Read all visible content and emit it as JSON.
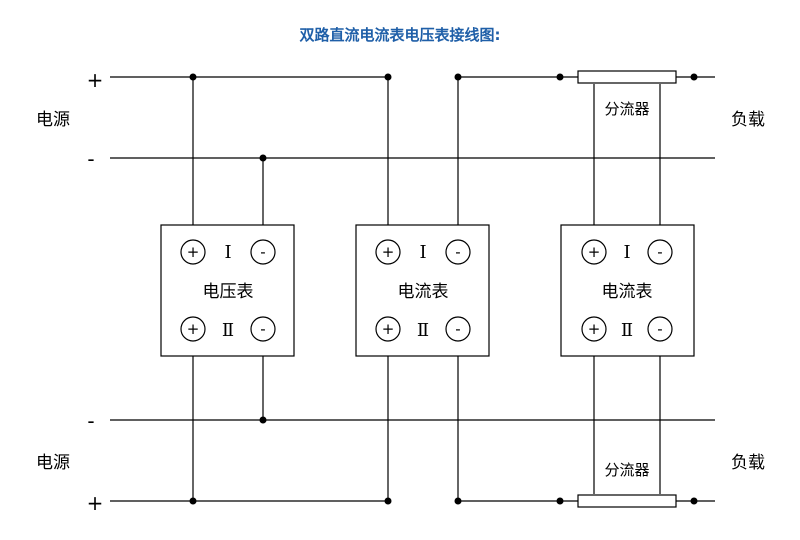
{
  "title": "双路直流电流表电压表接线图:",
  "colors": {
    "title": "#1f5fa8",
    "line": "#000000",
    "background": "#ffffff"
  },
  "labels": {
    "source": "电源",
    "load": "负载",
    "plus": "+",
    "minus": "-"
  },
  "shunt_label": "分流器",
  "meters": [
    {
      "label": "电压表",
      "ch1": "Ⅰ",
      "ch2": "Ⅱ",
      "pos_symbol": "+",
      "neg_symbol": "-"
    },
    {
      "label": "电流表",
      "ch1": "Ⅰ",
      "ch2": "Ⅱ",
      "pos_symbol": "+",
      "neg_symbol": "-"
    },
    {
      "label": "电流表",
      "ch1": "Ⅰ",
      "ch2": "Ⅱ",
      "pos_symbol": "+",
      "neg_symbol": "-"
    }
  ]
}
